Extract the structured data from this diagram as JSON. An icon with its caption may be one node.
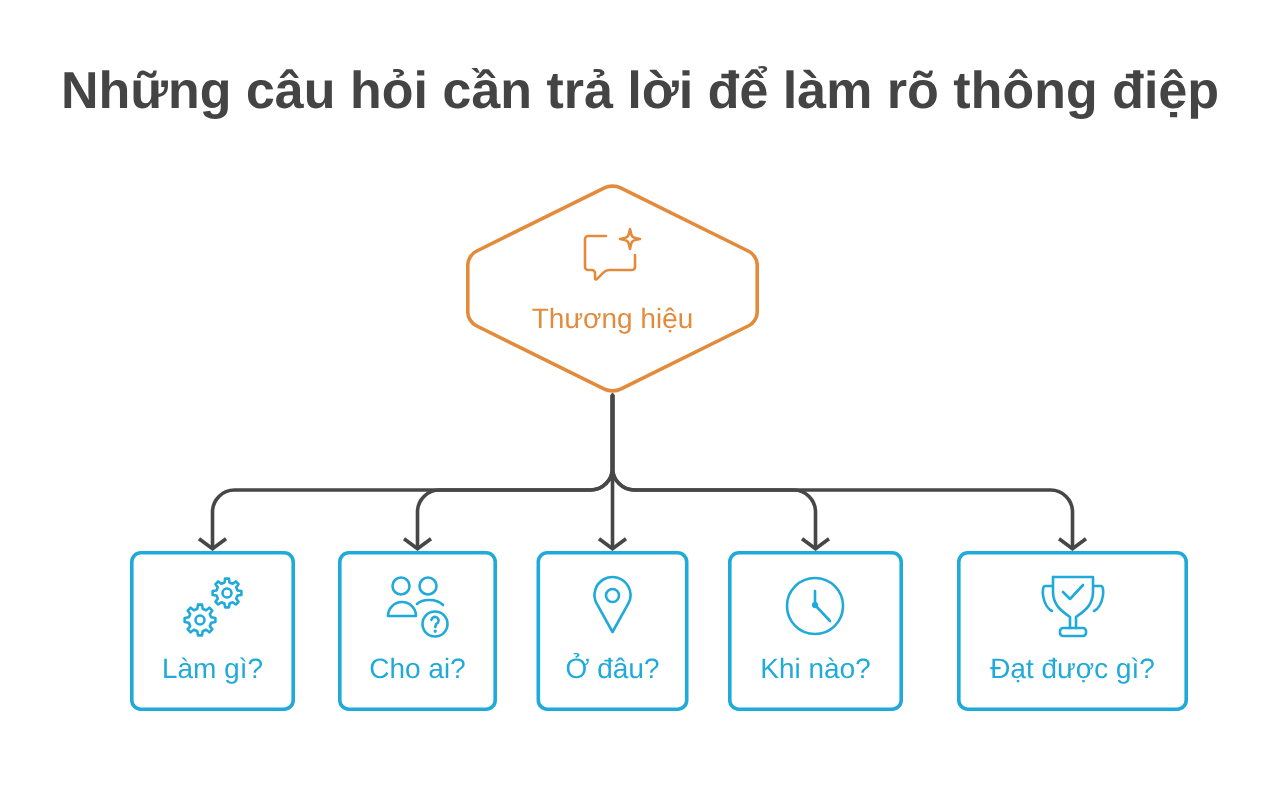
{
  "diagram": {
    "title": "Những câu hỏi cần trả lời để làm rõ thông điệp",
    "nodes": [
      {
        "text": [
          "Thương hiệu"
        ]
      },
      {
        "text": [
          "Làm gì?"
        ]
      },
      {
        "text": [
          "Cho ai?"
        ]
      },
      {
        "text": [
          "Ở đâu?"
        ]
      },
      {
        "text": [
          "Khi nào?"
        ]
      },
      {
        "text": [
          "Đạt được gì?"
        ]
      }
    ],
    "edges": [
      {
        "from": 0,
        "to": 1,
        "arrow": "to"
      },
      {
        "from": 0,
        "to": 2,
        "arrow": "to"
      },
      {
        "from": 0,
        "to": 3,
        "arrow": "to"
      },
      {
        "from": 0,
        "to": 4,
        "arrow": "to"
      },
      {
        "from": 0,
        "to": 5,
        "arrow": "to"
      }
    ]
  }
}
